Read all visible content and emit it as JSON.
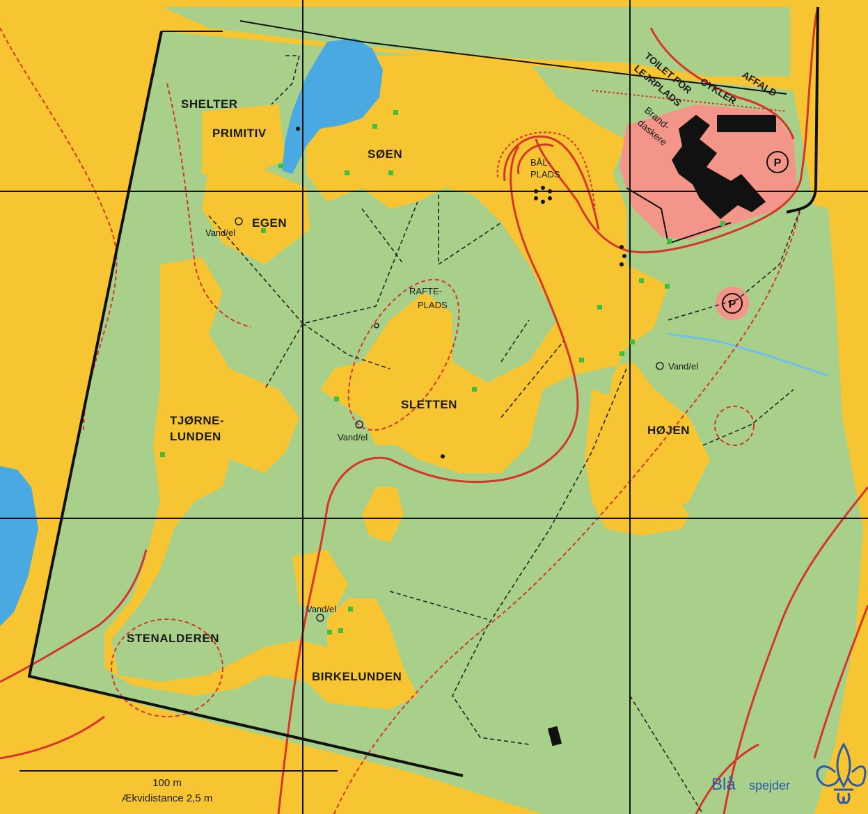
{
  "map": {
    "areas": {
      "shelter": "SHELTER",
      "primitiv": "PRIMITIV",
      "soen": "SØEN",
      "egen": "EGEN",
      "rafteplads_1": "RAFTE-",
      "rafteplads_2": "PLADS",
      "sletten": "SLETTEN",
      "tjorne_1": "TJØRNE-",
      "tjorne_2": "LUNDEN",
      "hojen": "HØJEN",
      "stenalderen": "STENALDEREN",
      "birkelunden": "BIRKELUNDEN",
      "baal_1": "BÅL-",
      "baal_2": "PLADS"
    },
    "facilities": {
      "toilet_1": "TOILET FOR",
      "toilet_2": "LEJRPLADS",
      "cykler": "CYKLER",
      "affald": "AFFALD",
      "brand_1": "Brand-",
      "brand_2": "daskere",
      "parking": "P"
    },
    "water_label": "Vand/el",
    "scale": {
      "distance": "100 m",
      "contour": "Ækvidistance 2,5 m"
    },
    "logo": {
      "blaa": "Blå",
      "spejder": "spejder"
    },
    "colors": {
      "open": "#f7c531",
      "forest": "#a8d08a",
      "lake": "#4aa9e0",
      "parking_area": "#f4958a",
      "contour": "#d7342a",
      "building": "#111111",
      "logo": "#2a5aa8"
    }
  }
}
